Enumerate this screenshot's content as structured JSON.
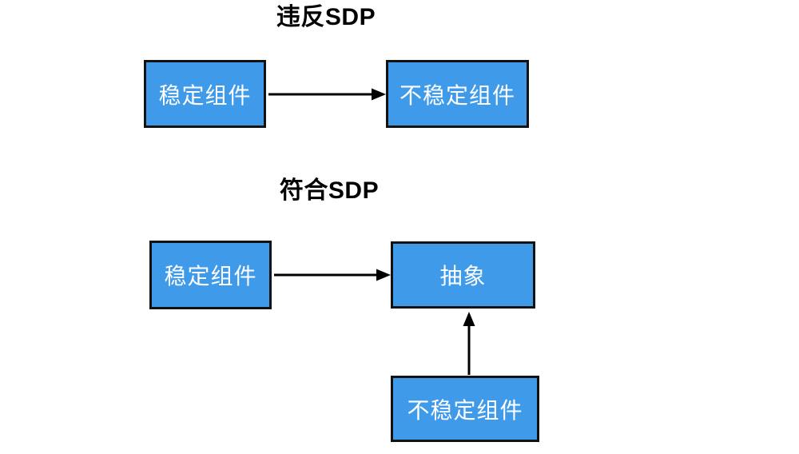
{
  "colors": {
    "background": "#ffffff",
    "node_fill": "#3F9BEA",
    "node_border": "#121212",
    "node_text": "#ffffff",
    "title_text": "#000000",
    "arrow": "#000000"
  },
  "diagram": {
    "sections": [
      {
        "title": "违反SDP",
        "nodes": [
          {
            "label": "稳定组件"
          },
          {
            "label": "不稳定组件"
          }
        ],
        "edges": [
          {
            "from": "稳定组件",
            "to": "不稳定组件",
            "direction": "right"
          }
        ]
      },
      {
        "title": "符合SDP",
        "nodes": [
          {
            "label": "稳定组件"
          },
          {
            "label": "抽象"
          },
          {
            "label": "不稳定组件"
          }
        ],
        "edges": [
          {
            "from": "稳定组件",
            "to": "抽象",
            "direction": "right"
          },
          {
            "from": "不稳定组件",
            "to": "抽象",
            "direction": "up"
          }
        ]
      }
    ]
  }
}
